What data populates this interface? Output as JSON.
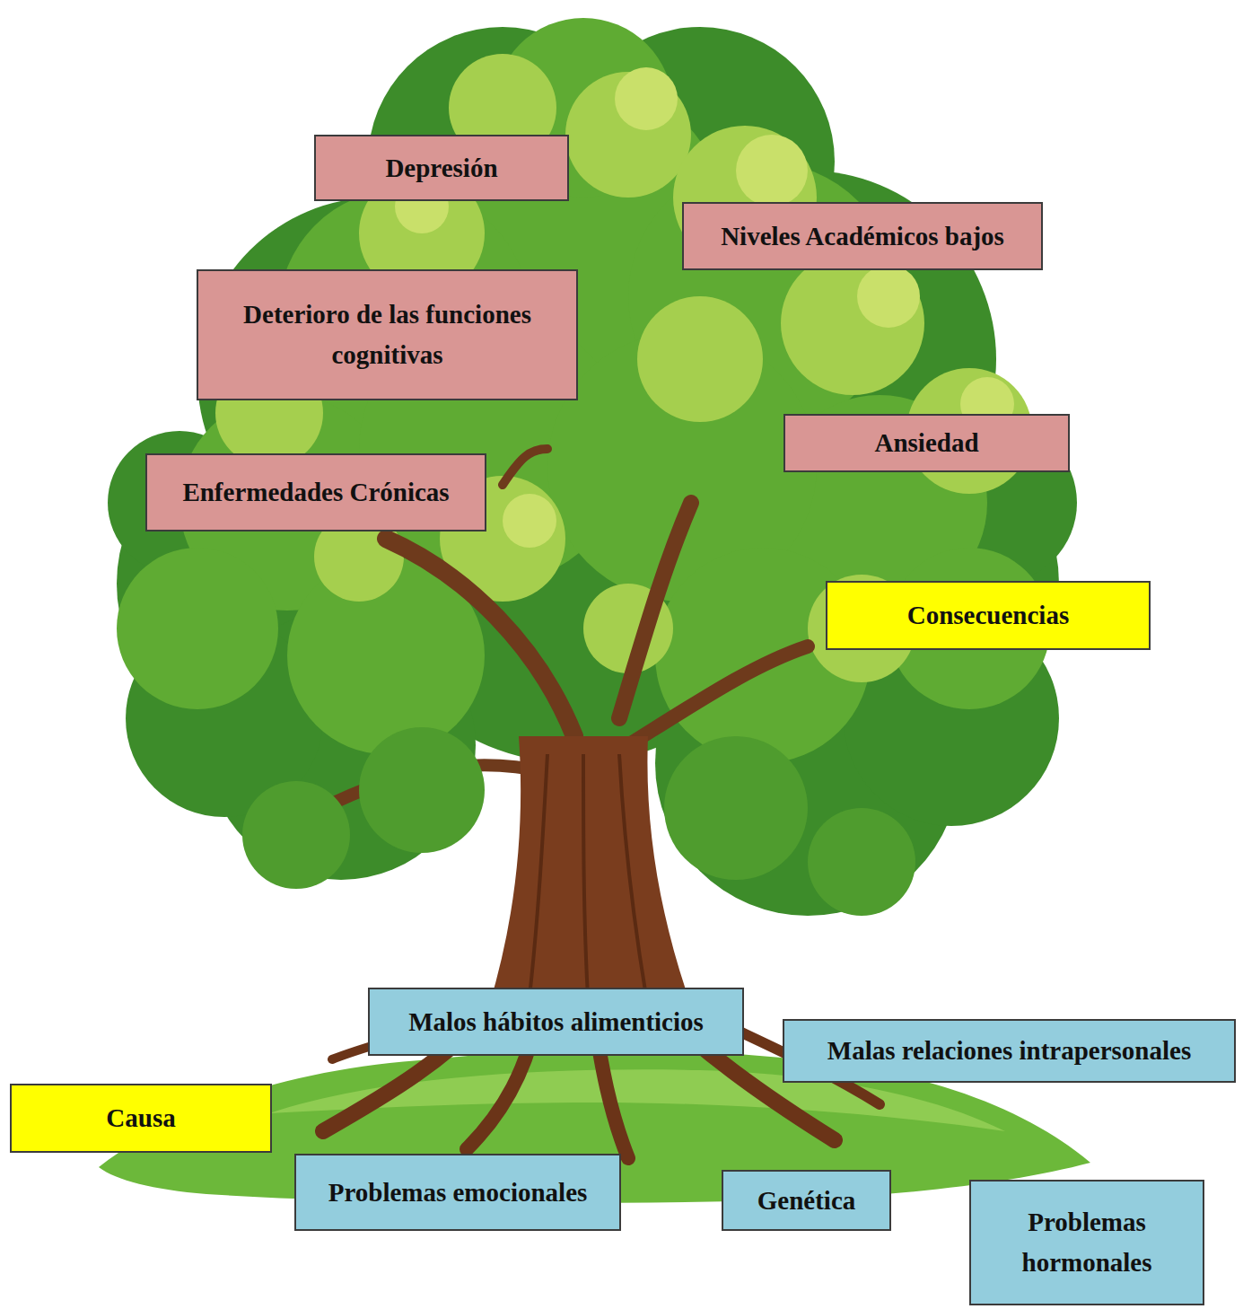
{
  "diagram": {
    "nodes": [
      {
        "text": [
          "Depresión"
        ]
      },
      {
        "text": [
          "Niveles Académicos bajos"
        ]
      },
      {
        "text": [
          "Deterioro de las funciones cognitivas"
        ]
      },
      {
        "text": [
          "Ansiedad"
        ]
      },
      {
        "text": [
          "Enfermedades Crónicas"
        ]
      },
      {
        "text": [
          "Consecuencias"
        ]
      },
      {
        "text": [
          "Malos hábitos alimenticios"
        ]
      },
      {
        "text": [
          "Malas relaciones intrapersonales"
        ]
      },
      {
        "text": [
          "Causa"
        ]
      },
      {
        "text": [
          "Problemas emocionales"
        ]
      },
      {
        "text": [
          "Genética"
        ]
      },
      {
        "text": [
          "Problemas hormonales"
        ]
      }
    ]
  }
}
